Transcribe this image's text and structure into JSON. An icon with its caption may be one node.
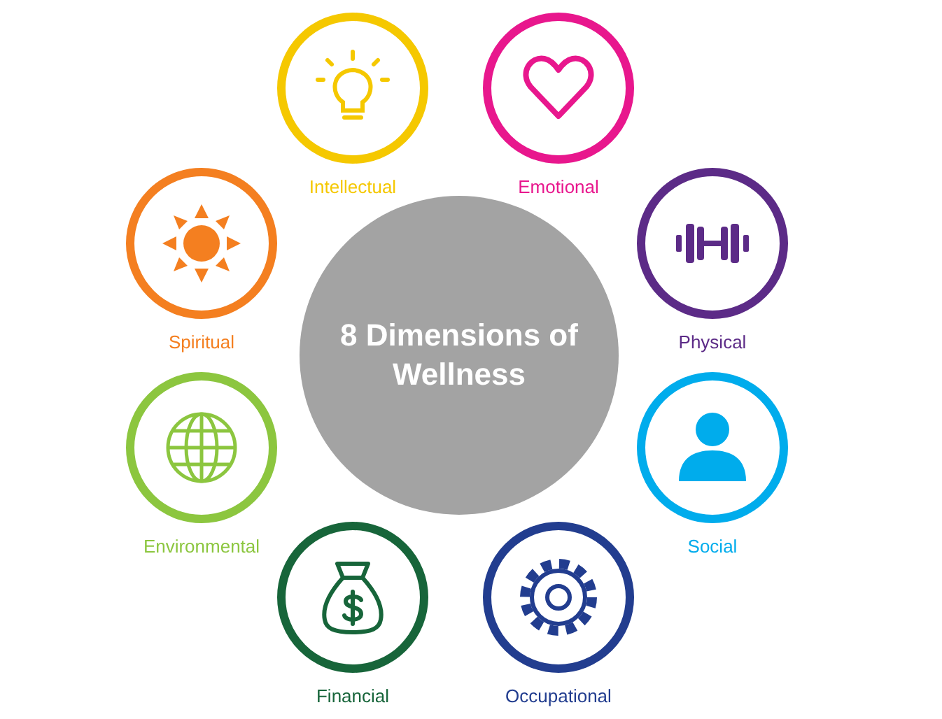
{
  "diagram": {
    "nodes": [
      {
        "text": [
          "Intellectual"
        ]
      },
      {
        "text": [
          "Emotional"
        ]
      },
      {
        "text": [
          "Spiritual"
        ]
      },
      {
        "text": [
          "Physical"
        ]
      },
      {
        "text": [
          "8 Dimensions of Wellness"
        ]
      },
      {
        "text": [
          "Environmental"
        ]
      },
      {
        "text": [
          "Social"
        ]
      },
      {
        "text": [
          "Financial"
        ]
      },
      {
        "text": [
          "Occupational"
        ]
      }
    ]
  }
}
